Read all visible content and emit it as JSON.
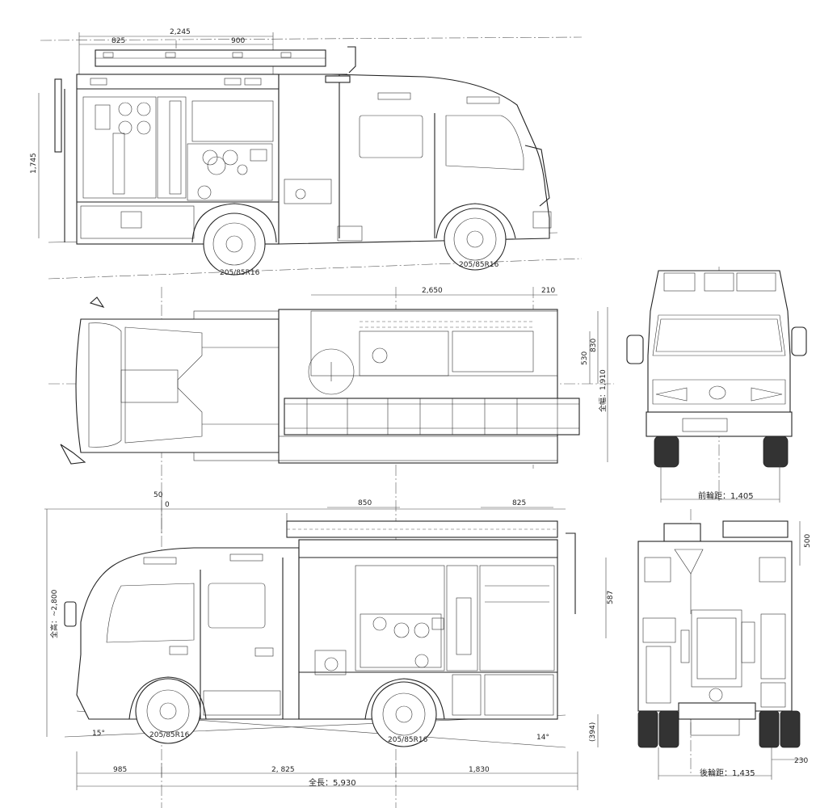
{
  "drawing": {
    "side_left": {
      "dims": {
        "d_2245": "2,245",
        "d_825": "825",
        "d_900": "900",
        "d_1745": "1,745"
      },
      "tire_rear": "205/85R16",
      "tire_front": "205/85R16"
    },
    "top": {
      "dims": {
        "d_2650": "2,650",
        "d_210": "210",
        "d_530": "530",
        "d_830": "830",
        "width": "全幅：1,910"
      }
    },
    "front": {
      "track": "前輪距：1,405"
    },
    "side_right": {
      "dims": {
        "d_50": "50",
        "d_0": "0",
        "d_850": "850",
        "d_825": "825",
        "d_587": "587",
        "height": "全高：~2,800",
        "d_15": "15°",
        "d_14": "14°",
        "d_985": "985",
        "d_2825": "2, 825",
        "d_1830": "1,830",
        "length": "全長：5,930"
      },
      "tire_front": "205/85R16",
      "tire_rear": "205/85R16"
    },
    "rear": {
      "dims": {
        "d_500": "500",
        "d_394": "(394)",
        "d_230": "230"
      },
      "track": "後輪距：1,435"
    }
  },
  "colors": {
    "line": "#222222",
    "background": "#ffffff"
  }
}
